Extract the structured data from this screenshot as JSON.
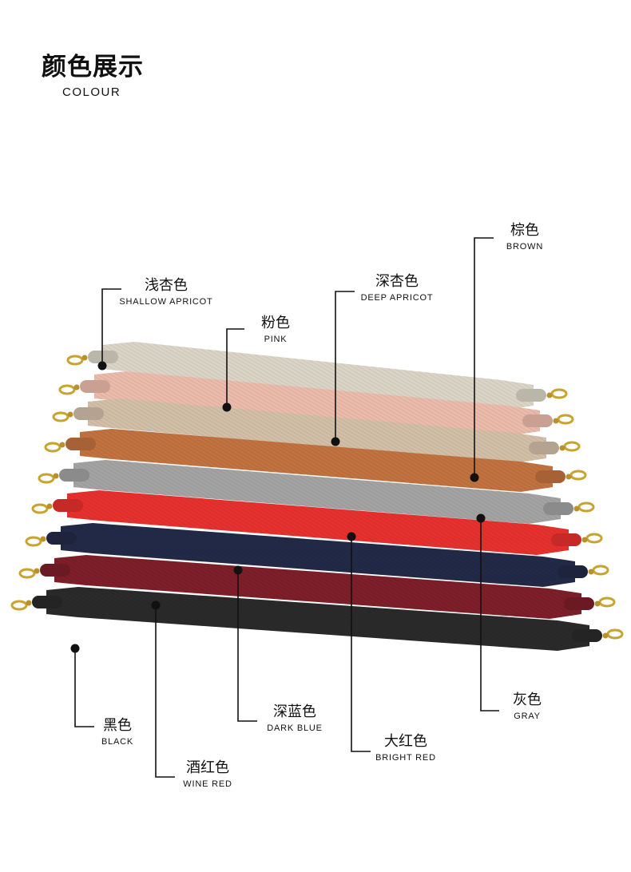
{
  "header": {
    "title": "颜色展示",
    "subtitle": "COLOUR"
  },
  "colors": [
    {
      "cn": "浅杏色",
      "en": "SHALLOW APRICOT",
      "hex": "#dcd6c8"
    },
    {
      "cn": "粉色",
      "en": "PINK",
      "hex": "#edbcac"
    },
    {
      "cn": "深杏色",
      "en": "DEEP APRICOT",
      "hex": "#d4c0a9"
    },
    {
      "cn": "棕色",
      "en": "BROWN",
      "hex": "#c37340"
    },
    {
      "cn": "灰色",
      "en": "GRAY",
      "hex": "#a4a4a4"
    },
    {
      "cn": "大红色",
      "en": "BRIGHT RED",
      "hex": "#e8312e"
    },
    {
      "cn": "深蓝色",
      "en": "DARK BLUE",
      "hex": "#222a47"
    },
    {
      "cn": "酒红色",
      "en": "WINE RED",
      "hex": "#7e1f29"
    },
    {
      "cn": "黑色",
      "en": "BLACK",
      "hex": "#2a2a2a"
    }
  ]
}
